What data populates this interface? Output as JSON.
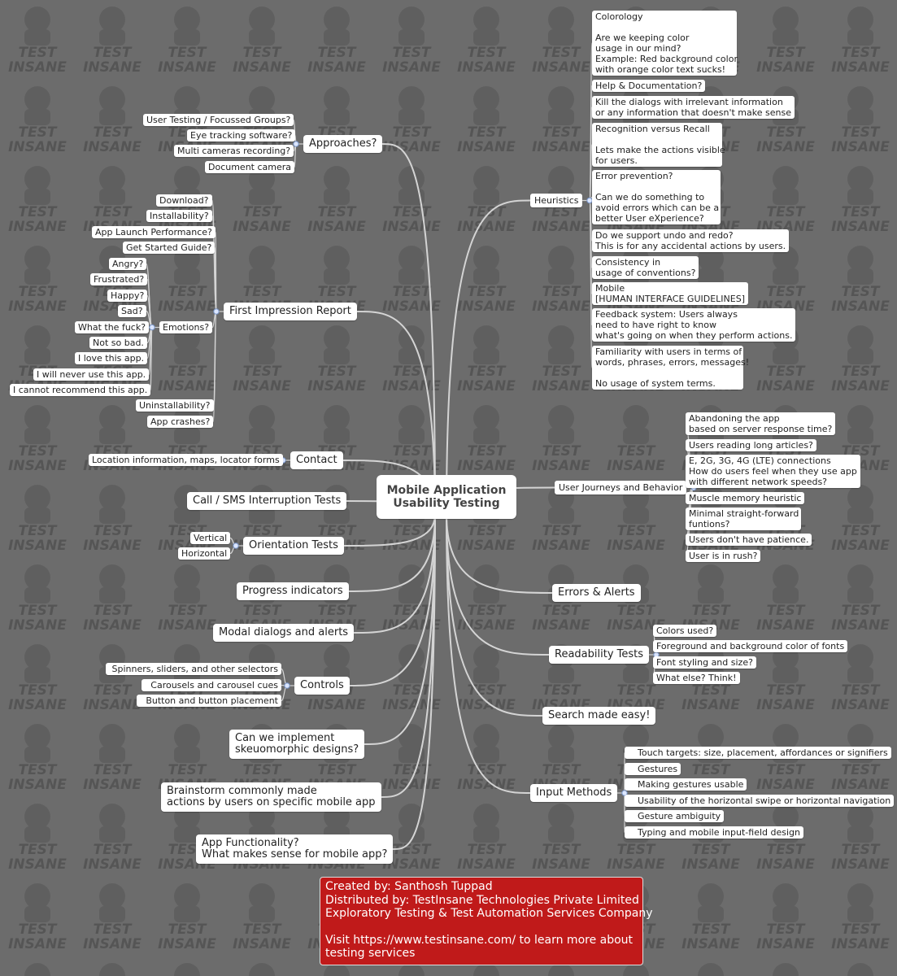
{
  "center": {
    "line1": "Mobile Application",
    "line2": "Usability Testing"
  },
  "left": {
    "approaches": {
      "title": "Approaches?",
      "items": [
        "User Testing / Focussed Groups?",
        "Eye tracking software?",
        "Multi cameras recording?",
        "Document camera"
      ]
    },
    "first_impression": {
      "title": "First Impression Report",
      "items_before": [
        "Download?",
        "Installability?",
        "App Launch Performance?",
        "Get Started Guide?"
      ],
      "emotions": {
        "title": "Emotions?",
        "items": [
          "Angry?",
          "Frustrated?",
          "Happy?",
          "Sad?",
          "What the fuck?",
          "Not so bad.",
          "I love this app.",
          "I will never use this app.",
          "I cannot recommend this app."
        ]
      },
      "items_after": [
        "Uninstallability?",
        "App crashes?"
      ]
    },
    "contact": {
      "title": "Contact",
      "items": [
        "Location information, maps, locator forms"
      ]
    },
    "call_sms": "Call / SMS Interruption Tests",
    "orientation": {
      "title": "Orientation Tests",
      "items": [
        "Vertical",
        "Horizontal"
      ]
    },
    "progress": "Progress indicators",
    "modal": "Modal dialogs and alerts",
    "controls": {
      "title": "Controls",
      "items": [
        "Spinners, sliders, and other selectors",
        "Carousels and carousel cues",
        "Button and button placement"
      ]
    },
    "skeuomorphic": "Can we implement\nskeuomorphic designs?",
    "brainstorm": "Brainstorm commonly made\nactions by users on specific mobile app",
    "functionality": "App Functionality?\nWhat makes sense for mobile app?"
  },
  "right": {
    "heuristics": {
      "title": "Heuristics",
      "items": [
        "Colorology\n\nAre we keeping color\nusage in our mind?\nExample: Red background color\nwith orange color text sucks!",
        "Help & Documentation?",
        "Kill the dialogs with irrelevant information\nor any information that doesn't make sense",
        "Recognition versus Recall\n\nLets make the actions visible\nfor users.",
        "Error prevention?\n\nCan we do something to\navoid errors which can be a\nbetter User eXperience?",
        "Do we support undo and redo?\nThis is for any accidental actions by users.",
        "Consistency in\nusage of conventions?",
        "Mobile\n[HUMAN INTERFACE GUIDELINES]",
        "Feedback system: Users always\nneed to have right to know\nwhat's going on when they perform actions.",
        "Familiarity with users in terms of\nwords, phrases, errors, messages!\n\nNo usage of system terms."
      ]
    },
    "journeys": {
      "title": "User Journeys and Behavior",
      "items": [
        "Abandoning the app\nbased on server response time?",
        "Users reading long articles?",
        "E, 2G, 3G, 4G (LTE) connections\nHow do users feel when they use app\nwith different network speeds?",
        "Muscle memory heuristic",
        "Minimal straight-forward\nfuntions?",
        "Users don't have patience.",
        "User is in rush?"
      ]
    },
    "errors": "Errors & Alerts",
    "readability": {
      "title": "Readability Tests",
      "items": [
        "Colors used?",
        "Foreground and background color of fonts",
        "Font styling and size?",
        "What else? Think!"
      ]
    },
    "search": "Search made easy!",
    "input": {
      "title": "Input Methods",
      "items": [
        "Touch targets: size, placement, affordances or signifiers",
        "Gestures",
        "Making gestures usable",
        "Usability of the horizontal swipe or horizontal navigation",
        "Gesture ambiguity",
        "Typing and mobile input-field design"
      ]
    }
  },
  "credits": {
    "lines": [
      "Created by: Santhosh Tuppad",
      "Distributed by: TestInsane Technologies Private Limited",
      "Exploratory Testing & Test Automation Services Company",
      "",
      "Visit https://www.testinsane.com/ to learn more about",
      "testing services"
    ]
  },
  "watermark": "TESTINSANE",
  "colors": {
    "background": "#6c6c6c",
    "node": "#ffffff",
    "connector": "#d4d4d4",
    "credits": "#c01a1a"
  }
}
